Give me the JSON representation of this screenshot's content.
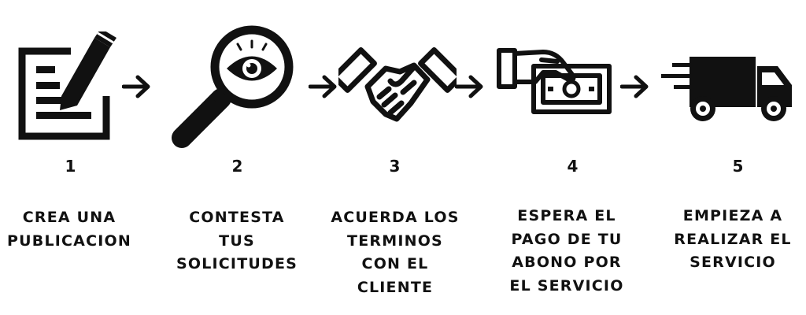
{
  "colors": {
    "ink": "#111111",
    "background": "#ffffff"
  },
  "steps": [
    {
      "number": "1",
      "icon": "write-document-icon",
      "lines": [
        "CREA UNA",
        "PUBLICACION"
      ]
    },
    {
      "number": "2",
      "icon": "magnifying-glass-eye-icon",
      "lines": [
        "CONTESTA",
        "TUS",
        "SOLICITUDES"
      ]
    },
    {
      "number": "3",
      "icon": "handshake-icon",
      "lines": [
        "ACUERDA LOS",
        "TERMINOS",
        "CON EL",
        "CLIENTE"
      ]
    },
    {
      "number": "4",
      "icon": "hand-cash-payment-icon",
      "lines": [
        "ESPERA EL",
        "PAGO DE TU",
        "ABONO POR",
        "EL SERVICIO"
      ]
    },
    {
      "number": "5",
      "icon": "delivery-truck-icon",
      "lines": [
        "EMPIEZA A",
        "REALIZAR EL",
        "SERVICIO"
      ]
    }
  ],
  "connectors": [
    {
      "icon": "arrow-right-icon"
    },
    {
      "icon": "arrow-right-icon"
    },
    {
      "icon": "arrow-right-icon"
    },
    {
      "icon": "arrow-right-icon"
    }
  ]
}
